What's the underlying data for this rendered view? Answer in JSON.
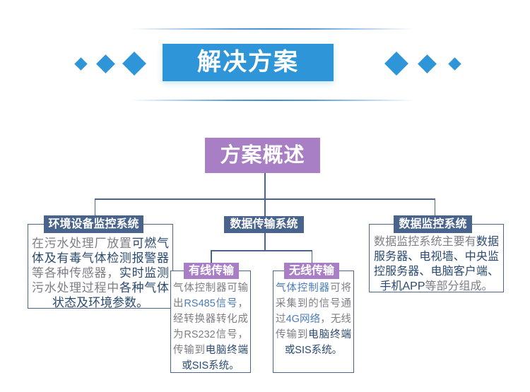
{
  "colors": {
    "blue": "#2e96d8",
    "purple": "#a87fc5",
    "slate": "#48638c",
    "line": "#4a648c",
    "text-normal": "#7e7e86",
    "em-navy": "#2b4a6f",
    "em-blue": "#4b7db8"
  },
  "header": {
    "title": "解决方案"
  },
  "overview": {
    "title": "方案概述"
  },
  "branches": {
    "env": {
      "title": "环境设备监控系统",
      "segments": [
        {
          "t": "在污水处理厂放置",
          "s": "normal"
        },
        {
          "t": "可燃气体及有毒气体检测报警器",
          "s": "navy"
        },
        {
          "t": "等各种传感器，",
          "s": "normal"
        },
        {
          "t": "实时监测",
          "s": "navy"
        },
        {
          "t": "污水处理过程中",
          "s": "normal"
        },
        {
          "t": "各种气体状态及环境参数。",
          "s": "navy"
        }
      ]
    },
    "transmission": {
      "title": "数据传输系统"
    },
    "wired": {
      "title": "有线传输",
      "segments": [
        {
          "t": "气体控制器可输出",
          "s": "normal"
        },
        {
          "t": "RS485信号",
          "s": "blue"
        },
        {
          "t": "，经转换器转化成为RS232信号，传输到",
          "s": "normal"
        },
        {
          "t": "电脑终端或SIS系统。",
          "s": "navy"
        }
      ]
    },
    "wireless": {
      "title": "无线传输",
      "segments": [
        {
          "t": "气体控制器",
          "s": "blue"
        },
        {
          "t": "可将采集到的信号通过",
          "s": "normal"
        },
        {
          "t": "4G网络",
          "s": "blue"
        },
        {
          "t": "，无线传输到",
          "s": "normal"
        },
        {
          "t": "电脑终端或SIS系统。",
          "s": "navy"
        }
      ]
    },
    "monitoring": {
      "title": "数据监控系统",
      "segments": [
        {
          "t": "数据监控系统主要有",
          "s": "normal"
        },
        {
          "t": "数据服务器、电视墙、中央监控服务器、电脑客户端、手机APP",
          "s": "navy"
        },
        {
          "t": "等部分组成。",
          "s": "normal"
        }
      ]
    }
  }
}
